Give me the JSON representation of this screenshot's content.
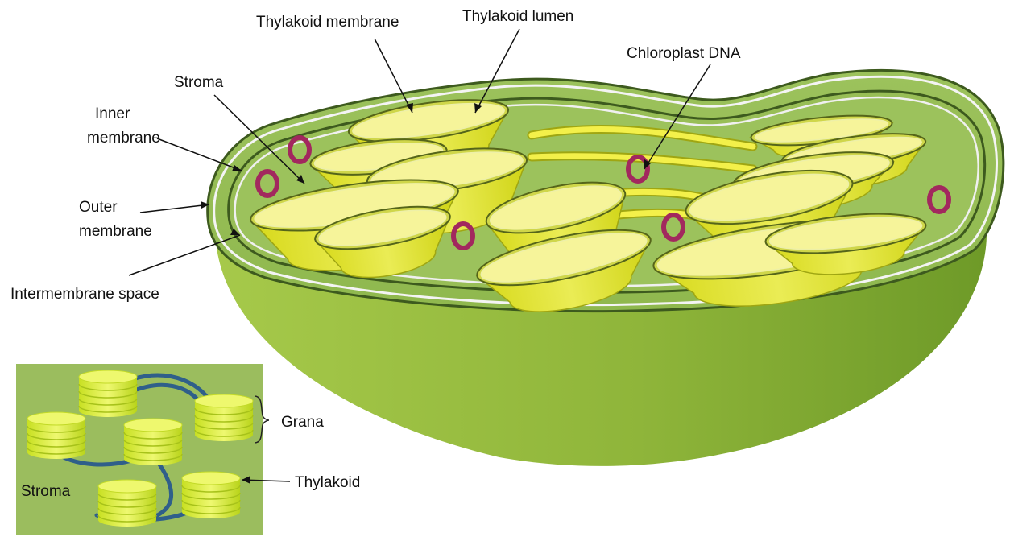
{
  "labels": {
    "thylakoid_membrane": "Thylakoid membrane",
    "thylakoid_lumen": "Thylakoid lumen",
    "chloroplast_dna": "Chloroplast DNA",
    "stroma": "Stroma",
    "inner_membrane_line1": "Inner",
    "inner_membrane_line2": "membrane",
    "outer_membrane_line1": "Outer",
    "outer_membrane_line2": "membrane",
    "intermembrane_space": "Intermembrane space"
  },
  "inset": {
    "grana": "Grana",
    "thylakoid": "Thylakoid",
    "stroma": "Stroma"
  },
  "colors": {
    "body_green": "#8db43c",
    "stroma_green": "#9bc05a",
    "membrane_dark": "#3d5a1e",
    "thylakoid_yellow": "#f2f07a",
    "thylakoid_side": "#d8dc1e",
    "dna_ring": "#a2285e",
    "inset_bg": "#9bbd5e",
    "lamella_blue": "#2f5f8a"
  }
}
